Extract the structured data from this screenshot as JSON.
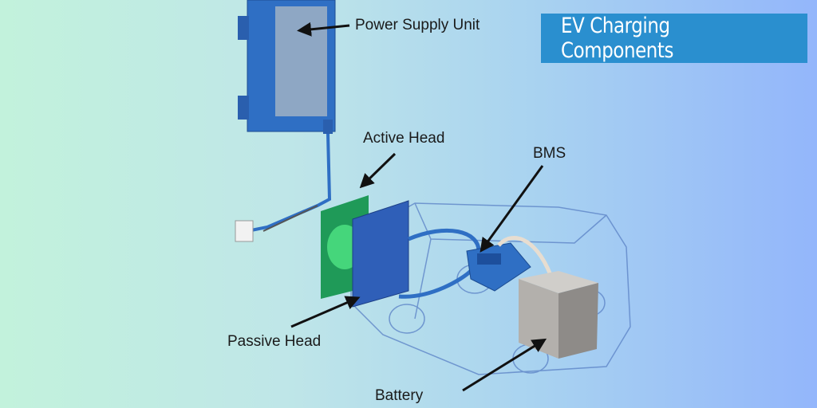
{
  "title": "EV Charging Components",
  "labels": {
    "power_supply": "Power Supply Unit",
    "active_head": "Active Head",
    "bms": "BMS",
    "passive_head": "Passive Head",
    "battery": "Battery"
  },
  "colors": {
    "title_bg": "#2a8fcf",
    "psu": "#2f6fc4",
    "pad_green": "#2fbf6a",
    "passive_pad": "#2f5fb8",
    "battery": "#a9a6a2"
  }
}
